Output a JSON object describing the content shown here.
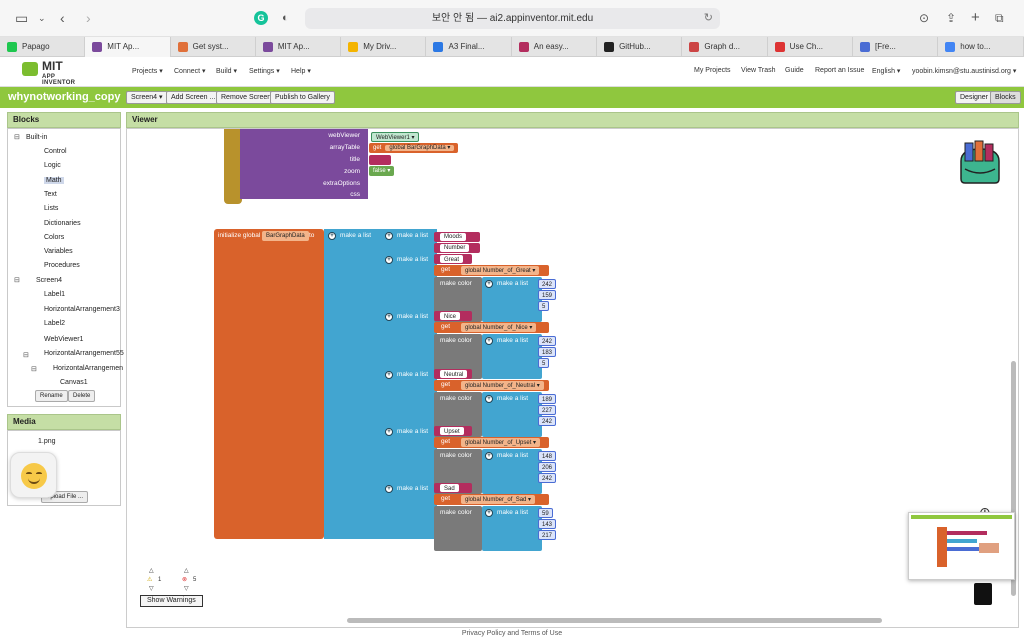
{
  "browser": {
    "url": "보안 안 됨 — ai2.appinventor.mit.edu",
    "tabs": [
      "Papago",
      "MIT Ap...",
      "Get syst...",
      "MIT Ap...",
      "My Driv...",
      "A3 Final...",
      "An easy...",
      "GitHub...",
      "Graph d...",
      "Use Ch...",
      "[Fre...",
      "how to..."
    ]
  },
  "app": {
    "logo_title": "MIT",
    "logo_sub": "APP INVENTOR",
    "menus": [
      "Projects ▾",
      "Connect ▾",
      "Build ▾",
      "Settings ▾",
      "Help ▾"
    ],
    "right_menus": [
      "My Projects",
      "View Trash",
      "Guide",
      "Report an Issue",
      "English ▾",
      "yoobin.kimsn@stu.austinisd.org ▾"
    ],
    "project_name": "whynotworking_copy",
    "screen_btn": "Screen4 ▾",
    "add_screen": "Add Screen ...",
    "remove_screen": "Remove Screen",
    "publish": "Publish to Gallery",
    "designer": "Designer",
    "blocks": "Blocks"
  },
  "blocks_panel": {
    "title": "Blocks",
    "builtin": "Built-in",
    "builtin_items": [
      {
        "label": "Control",
        "color": "#c89a2a"
      },
      {
        "label": "Logic",
        "color": "#6aa84f"
      },
      {
        "label": "Math",
        "color": "#4a6cd4"
      },
      {
        "label": "Text",
        "color": "#b32d5e"
      },
      {
        "label": "Lists",
        "color": "#42a5d0"
      },
      {
        "label": "Dictionaries",
        "color": "#2d2d8c"
      },
      {
        "label": "Colors",
        "color": "#7a7a7a"
      },
      {
        "label": "Variables",
        "color": "#e0703a"
      },
      {
        "label": "Procedures",
        "color": "#7b4a9c"
      }
    ],
    "screen": "Screen4",
    "components": [
      "Label1",
      "HorizontalArrangement3",
      "Label2",
      "WebViewer1",
      "HorizontalArrangement55",
      "HorizontalArrangemen",
      "Canvas1"
    ],
    "rename": "Rename",
    "delete": "Delete"
  },
  "media_panel": {
    "title": "Media",
    "file": "1.png",
    "upload": "Upload File ..."
  },
  "viewer": {
    "title": "Viewer",
    "top_block": {
      "params": [
        "webViewer",
        "arrayTable",
        "title",
        "zoom",
        "extraOptions",
        "css"
      ],
      "webviewer_val": "WebViewer1 ▾",
      "get_label": "get",
      "get_val": "global BarGraphData ▾",
      "zoom_val": "false ▾"
    },
    "init": {
      "label": "initialize global",
      "name": "BarGraphData",
      "to": "to"
    },
    "make_list": "make a list",
    "make_color": "make color",
    "header_items": [
      "Moods",
      "Number"
    ],
    "rows": [
      {
        "mood": "Great",
        "var": "global Number_of_Great ▾",
        "rgb": [
          "242",
          "159",
          "5"
        ]
      },
      {
        "mood": "Nice",
        "var": "global Number_of_Nice ▾",
        "rgb": [
          "242",
          "183",
          "5"
        ]
      },
      {
        "mood": "Neutral",
        "var": "global Number_of_Neutral ▾",
        "rgb": [
          "189",
          "227",
          "242"
        ]
      },
      {
        "mood": "Upset",
        "var": "global Number_of_Upset ▾",
        "rgb": [
          "148",
          "206",
          "242"
        ]
      },
      {
        "mood": "Sad",
        "var": "global Number_of_Sad ▾",
        "rgb": [
          "59",
          "143",
          "217"
        ]
      }
    ],
    "warn_count": "1",
    "error_count": "5",
    "show_warnings": "Show Warnings"
  },
  "footer": "Privacy Policy and Terms of Use",
  "colors": {
    "green_bar": "#8fc73e",
    "procedure": "#7b4a9c",
    "control": "#b8922c",
    "variable": "#d9622b",
    "list": "#42a5d0",
    "text": "#b32d5e",
    "math": "#4a6cd4",
    "logic": "#6aa84f",
    "color": "#7a7a7a"
  }
}
